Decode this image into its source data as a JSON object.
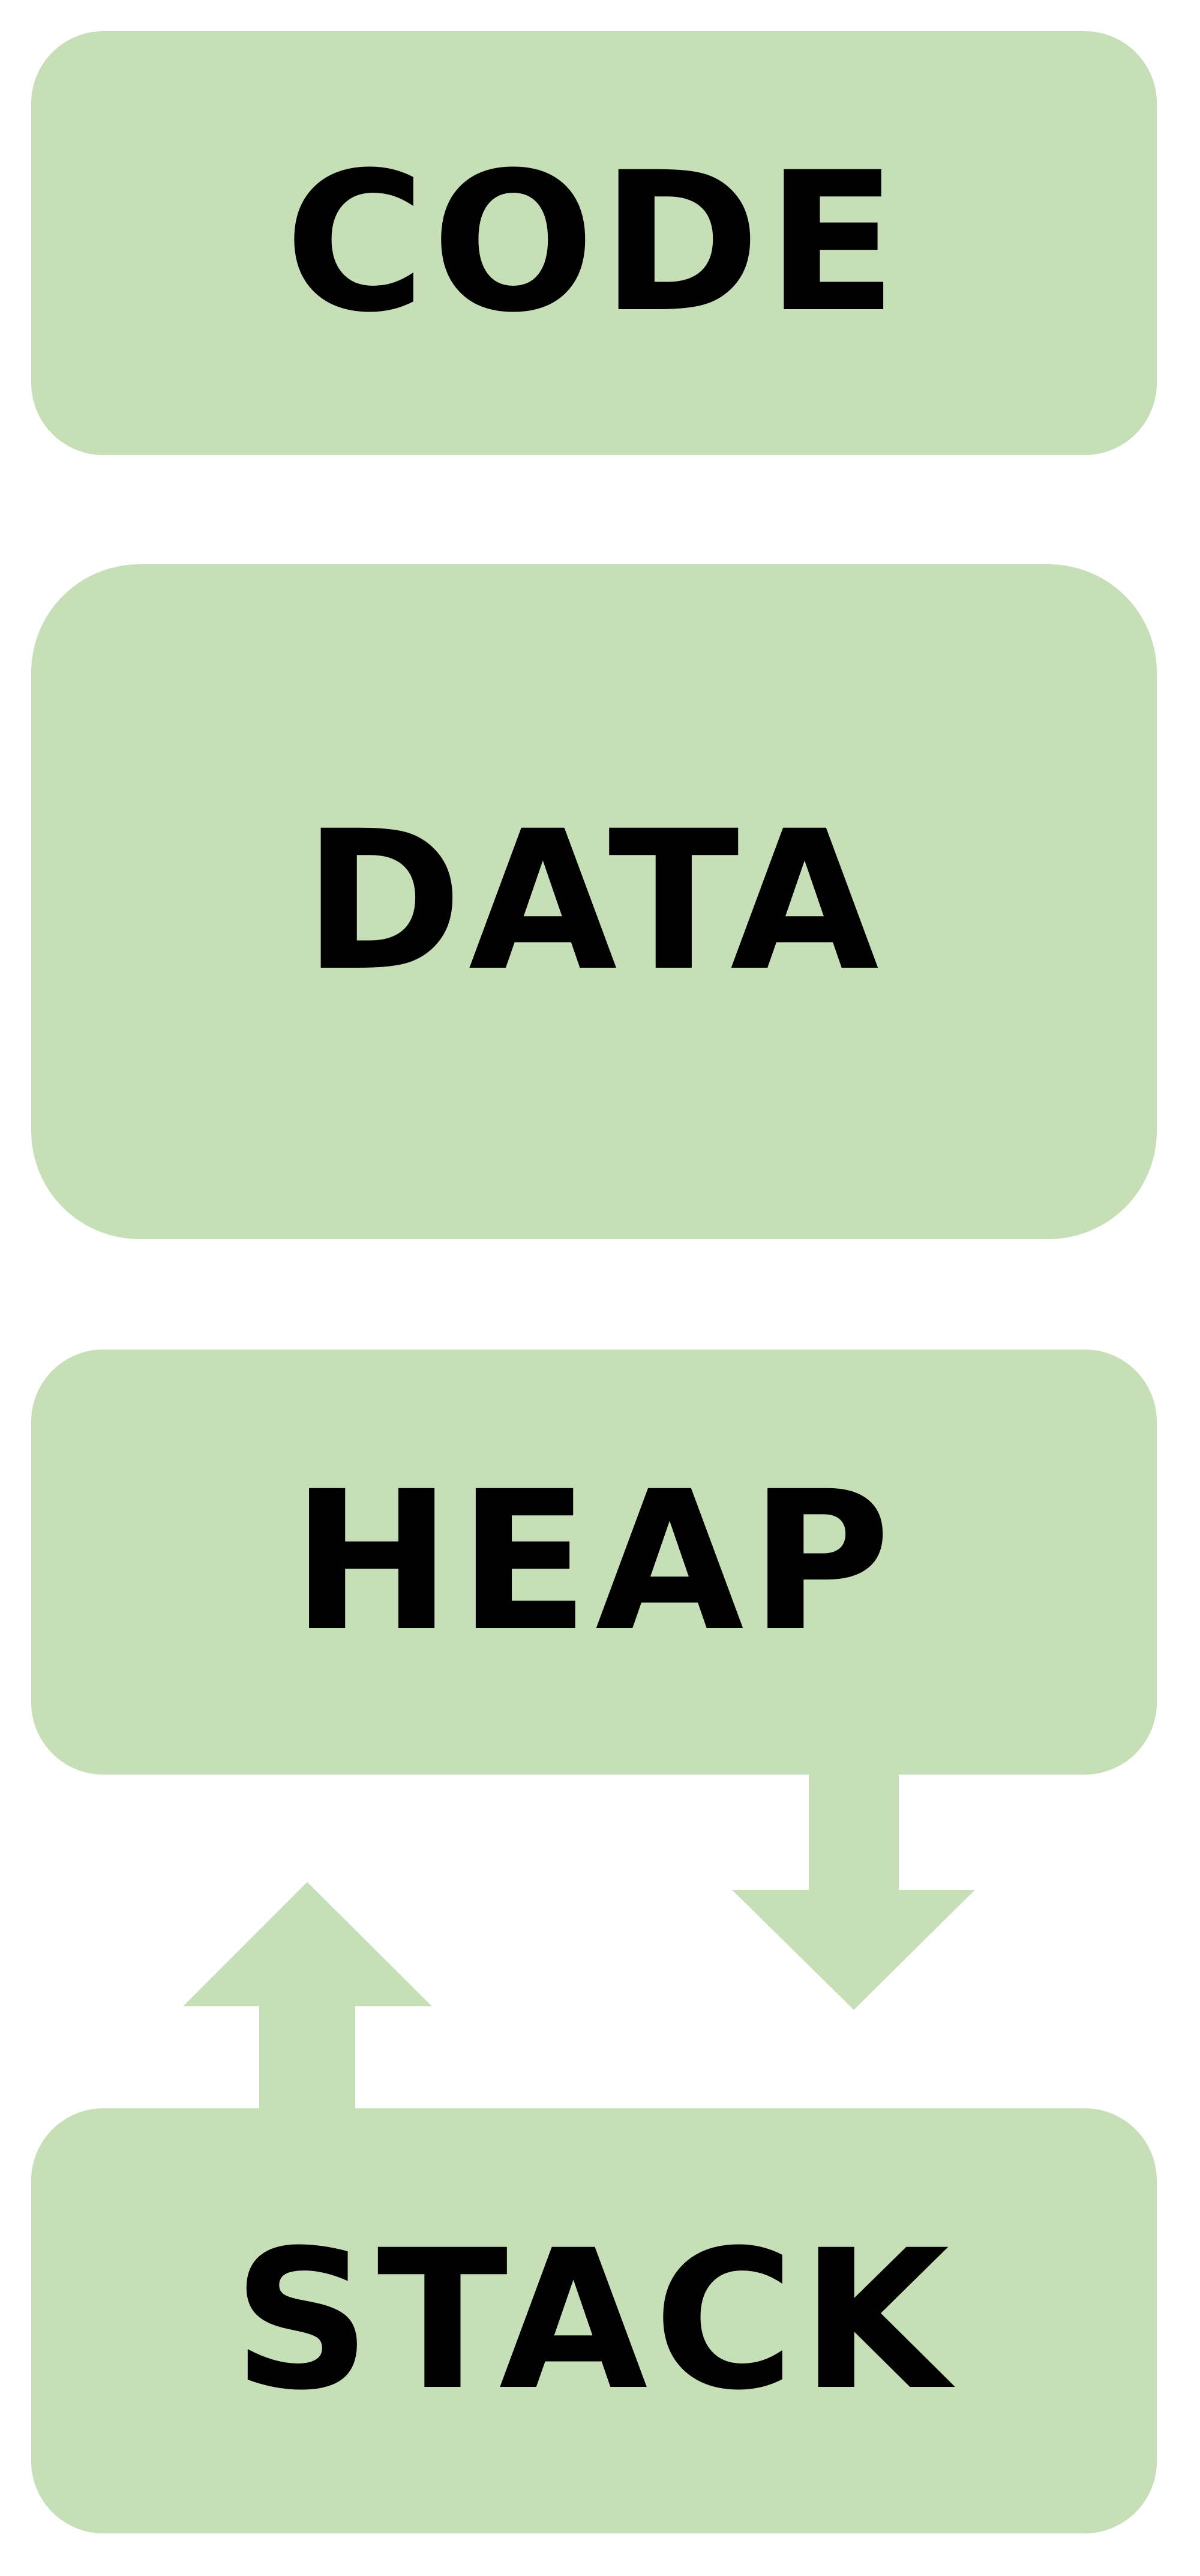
{
  "diagram": {
    "blocks": [
      {
        "id": "code",
        "label": "CODE"
      },
      {
        "id": "data",
        "label": "DATA"
      },
      {
        "id": "heap",
        "label": "HEAP"
      },
      {
        "id": "stack",
        "label": "STACK"
      }
    ],
    "arrows": [
      {
        "from": "heap",
        "to": "stack",
        "direction": "down"
      },
      {
        "from": "stack",
        "to": "heap",
        "direction": "up"
      }
    ],
    "colors": {
      "block_fill": "#c6dfb6",
      "arrow_fill": "#c6dfb6",
      "label_text": "#000000",
      "background": "#ffffff"
    }
  }
}
